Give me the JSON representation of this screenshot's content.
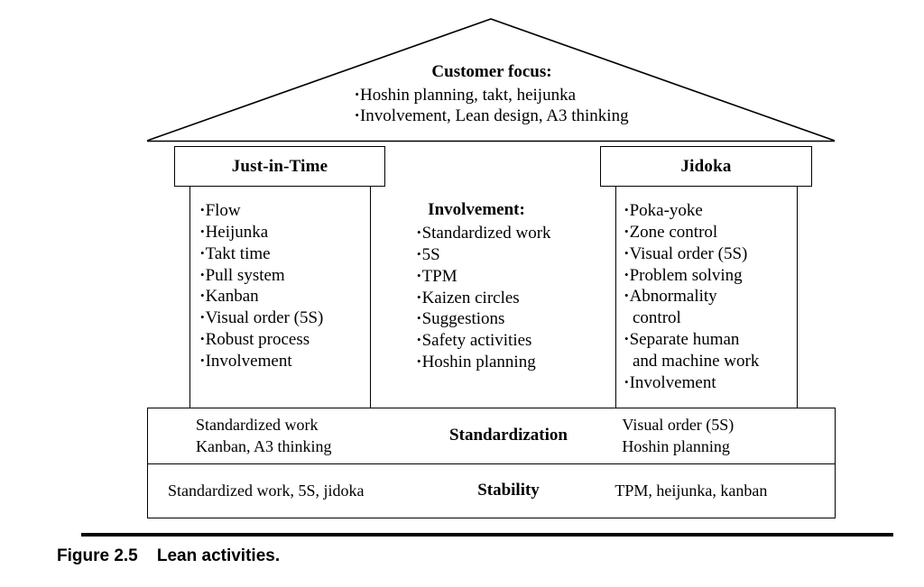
{
  "figure": {
    "caption_label": "Figure 2.5",
    "caption_title": "Lean activities.",
    "caption_gap": "    "
  },
  "roof": {
    "title": "Customer focus:",
    "items": [
      "Hoshin planning, takt, heijunka",
      "Involvement, Lean design, A3 thinking"
    ]
  },
  "pillars": {
    "left": {
      "header": "Just-in-Time",
      "items": [
        {
          "text": "Flow",
          "continuation": false
        },
        {
          "text": "Heijunka",
          "continuation": false
        },
        {
          "text": "Takt time",
          "continuation": false
        },
        {
          "text": "Pull system",
          "continuation": false
        },
        {
          "text": "Kanban",
          "continuation": false
        },
        {
          "text": "Visual order (5S)",
          "continuation": false
        },
        {
          "text": "Robust process",
          "continuation": false
        },
        {
          "text": "Involvement",
          "continuation": false
        }
      ]
    },
    "center": {
      "header": "Involvement:",
      "items": [
        {
          "text": "Standardized work",
          "continuation": false
        },
        {
          "text": "5S",
          "continuation": false
        },
        {
          "text": "TPM",
          "continuation": false
        },
        {
          "text": "Kaizen circles",
          "continuation": false
        },
        {
          "text": "Suggestions",
          "continuation": false
        },
        {
          "text": "Safety activities",
          "continuation": false
        },
        {
          "text": "Hoshin planning",
          "continuation": false
        }
      ]
    },
    "right": {
      "header": "Jidoka",
      "items": [
        {
          "text": "Poka-yoke",
          "continuation": false
        },
        {
          "text": "Zone control",
          "continuation": false
        },
        {
          "text": "Visual order (5S)",
          "continuation": false
        },
        {
          "text": "Problem solving",
          "continuation": false
        },
        {
          "text": "Abnormality",
          "continuation": false
        },
        {
          "text": "control",
          "continuation": true
        },
        {
          "text": "Separate human",
          "continuation": false
        },
        {
          "text": "and machine work",
          "continuation": true
        },
        {
          "text": "Involvement",
          "continuation": false
        }
      ]
    }
  },
  "foundation": [
    {
      "name": "standardization",
      "label": "Standardization",
      "left_lines": [
        "Standardized work",
        "Kanban, A3 thinking"
      ],
      "right_lines": [
        "Visual order (5S)",
        "Hoshin planning"
      ]
    },
    {
      "name": "stability",
      "label": "Stability",
      "left_lines": [
        "Standardized work, 5S, jidoka"
      ],
      "right_lines": [
        "TPM, heijunka, kanban"
      ]
    }
  ],
  "colors": {
    "ink": "#000000",
    "paper": "#ffffff"
  }
}
